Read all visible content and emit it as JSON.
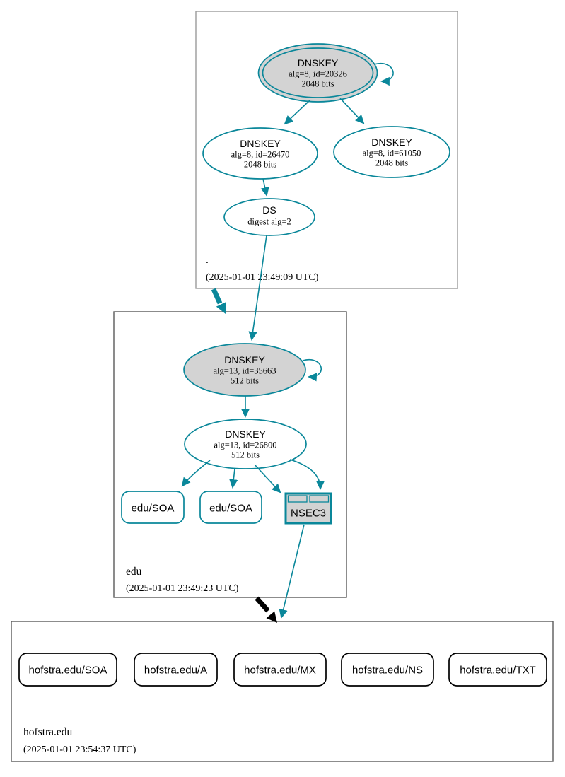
{
  "colors": {
    "secure": "#0a879a",
    "grayfill": "#d3d3d3",
    "ink": "#000000",
    "box_outer": "#9b9b9b",
    "box_inner": "#5a5a5a",
    "bg": "#ffffff"
  },
  "zones": {
    "root": {
      "label": ".",
      "timestamp": "(2025-01-01 23:49:09 UTC)"
    },
    "edu": {
      "label": "edu",
      "timestamp": "(2025-01-01 23:49:23 UTC)"
    },
    "hofstra": {
      "label": "hofstra.edu",
      "timestamp": "(2025-01-01 23:54:37 UTC)"
    }
  },
  "nodes": {
    "root_ksk": {
      "type": "DNSKEY",
      "detail1": "alg=8, id=20326",
      "detail2": "2048 bits"
    },
    "root_zsk": {
      "type": "DNSKEY",
      "detail1": "alg=8, id=26470",
      "detail2": "2048 bits"
    },
    "root_key2": {
      "type": "DNSKEY",
      "detail1": "alg=8, id=61050",
      "detail2": "2048 bits"
    },
    "root_ds": {
      "type": "DS",
      "detail1": "digest alg=2"
    },
    "edu_ksk": {
      "type": "DNSKEY",
      "detail1": "alg=13, id=35663",
      "detail2": "512 bits"
    },
    "edu_zsk": {
      "type": "DNSKEY",
      "detail1": "alg=13, id=26800",
      "detail2": "512 bits"
    },
    "edu_soa1": {
      "label": "edu/SOA"
    },
    "edu_soa2": {
      "label": "edu/SOA"
    },
    "edu_nsec3": {
      "label": "NSEC3"
    },
    "hofstra_soa": {
      "label": "hofstra.edu/SOA"
    },
    "hofstra_a": {
      "label": "hofstra.edu/A"
    },
    "hofstra_mx": {
      "label": "hofstra.edu/MX"
    },
    "hofstra_ns": {
      "label": "hofstra.edu/NS"
    },
    "hofstra_txt": {
      "label": "hofstra.edu/TXT"
    }
  },
  "edges": [
    {
      "from": "root_ksk",
      "to": "root_ksk",
      "style": "self-loop teal"
    },
    {
      "from": "root_ksk",
      "to": "root_zsk",
      "style": "teal arrow"
    },
    {
      "from": "root_ksk",
      "to": "root_key2",
      "style": "teal arrow"
    },
    {
      "from": "root_zsk",
      "to": "root_ds",
      "style": "teal arrow"
    },
    {
      "from": "root_ds",
      "to": "edu_ksk",
      "style": "teal arrow crossing zones"
    },
    {
      "from": "zone-root",
      "to": "zone-edu",
      "style": "thick teal delegation arrow"
    },
    {
      "from": "edu_ksk",
      "to": "edu_ksk",
      "style": "self-loop teal"
    },
    {
      "from": "edu_ksk",
      "to": "edu_zsk",
      "style": "teal arrow"
    },
    {
      "from": "edu_zsk",
      "to": "edu_soa1",
      "style": "teal arrow"
    },
    {
      "from": "edu_zsk",
      "to": "edu_soa2",
      "style": "teal arrow"
    },
    {
      "from": "edu_zsk",
      "to": "edu_nsec3",
      "style": "teal arrow (left)"
    },
    {
      "from": "edu_zsk",
      "to": "edu_nsec3",
      "style": "teal arrow (top)"
    },
    {
      "from": "edu_nsec3",
      "to": "zone-hofstra",
      "style": "teal arrow"
    },
    {
      "from": "zone-edu",
      "to": "zone-hofstra",
      "style": "thick black delegation arrow"
    }
  ]
}
